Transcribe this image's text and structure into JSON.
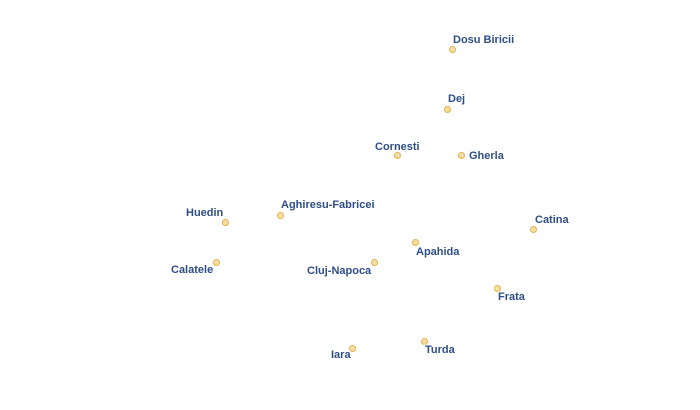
{
  "colors": {
    "label_text": "#2f4e87",
    "label_halo": "#ffffff",
    "marker_stroke": "#e3b14d",
    "marker_fill": "#f9dfa3",
    "background": "#ffffff"
  },
  "places": [
    {
      "id": "dosu-biricii",
      "name": "Dosu Biricii"
    },
    {
      "id": "dej",
      "name": "Dej"
    },
    {
      "id": "cornesti",
      "name": "Cornesti"
    },
    {
      "id": "gherla",
      "name": "Gherla"
    },
    {
      "id": "huedin",
      "name": "Huedin"
    },
    {
      "id": "aghiresu-fabricei",
      "name": "Aghiresu-Fabricei"
    },
    {
      "id": "catina",
      "name": "Catina"
    },
    {
      "id": "apahida",
      "name": "Apahida"
    },
    {
      "id": "calatele",
      "name": "Calatele"
    },
    {
      "id": "cluj-napoca",
      "name": "Cluj-Napoca"
    },
    {
      "id": "frata",
      "name": "Frata"
    },
    {
      "id": "turda",
      "name": "Turda"
    },
    {
      "id": "iara",
      "name": "Iara"
    }
  ]
}
